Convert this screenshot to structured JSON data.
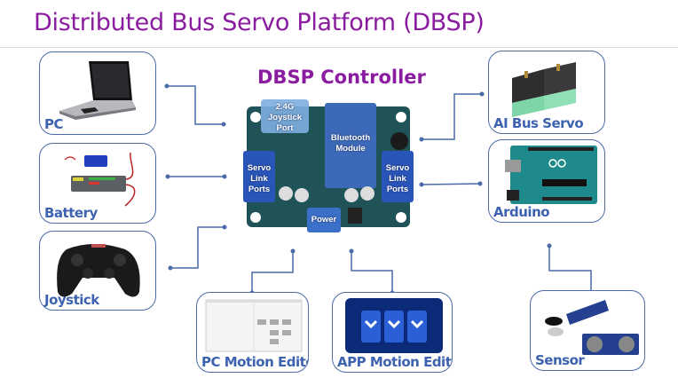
{
  "title": "Distributed Bus Servo Platform (DBSP)",
  "controller": {
    "title": "DBSP Controller",
    "parts": {
      "joystick_port": "2.4G Joystick Port",
      "bluetooth": "Bluetooth Module",
      "servo_left": "Servo Link Ports",
      "servo_right": "Servo Link Ports",
      "power": "Power"
    }
  },
  "nodes": {
    "pc": "PC",
    "battery": "Battery",
    "joystick": "Joystick",
    "ai_bus_servo": "AI Bus Servo",
    "arduino": "Arduino",
    "sensor": "Sensor",
    "pc_motion_editor": "PC Motion Editor",
    "app_motion_editor": "APP Motion Editor"
  },
  "colors": {
    "title": "#8a1c9f",
    "label": "#3d62b0",
    "border": "#4a6aa8",
    "connector": "#4a6aa8"
  }
}
